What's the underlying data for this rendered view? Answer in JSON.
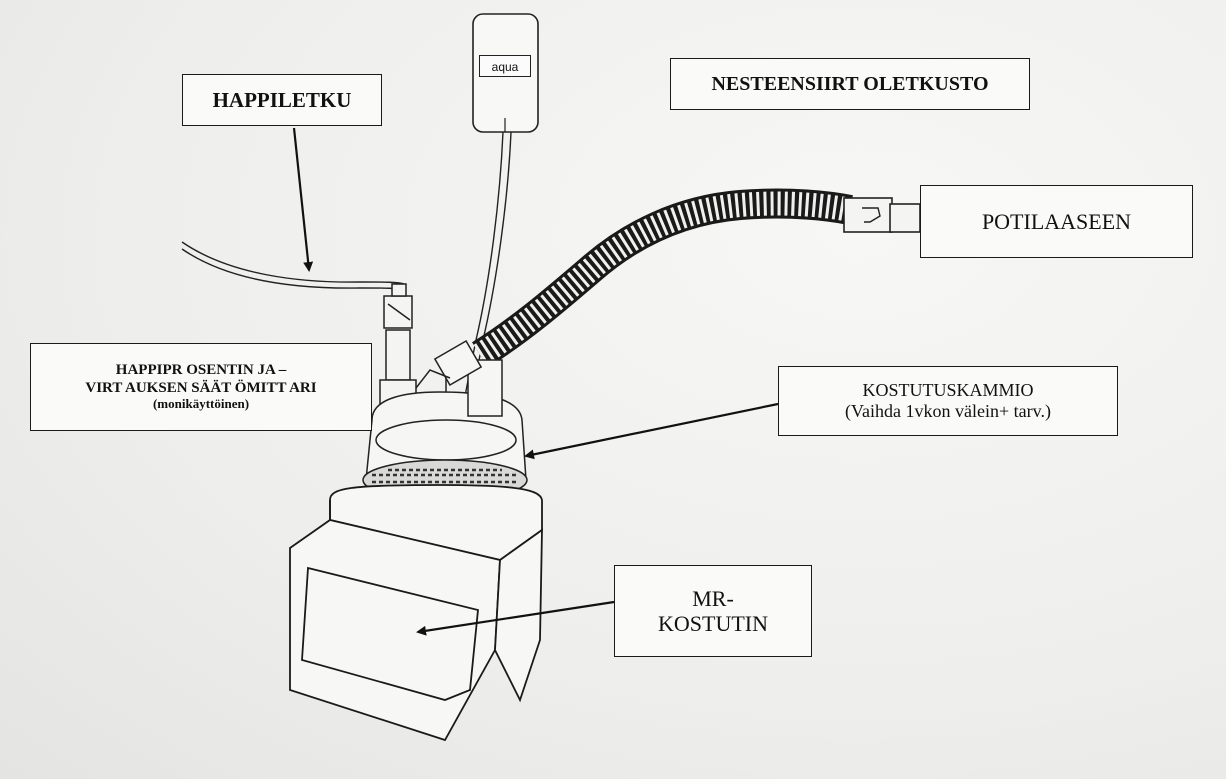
{
  "labels": {
    "happiletku": "HAPPILETKU",
    "nesteensiirtoletkusto": "NESTEENSIIRT OLETKUSTO",
    "potilaaseen": "POTILAASEEN",
    "happiprosentti": {
      "line1": "HAPPIPR OSENTIN JA –",
      "line2": "VIRT AUKSEN SÄÄT ÖMITT ARI",
      "line3": "(monikäyttöinen)"
    },
    "kostutuskammio": {
      "line1": "KOSTUTUSKAMMIO",
      "line2": "(Vaihda 1vkon välein+ tarv.)"
    },
    "mr_kostutin": {
      "line1": "MR-",
      "line2": "KOSTUTIN"
    },
    "aqua": "aqua"
  },
  "colors": {
    "ink": "#1a1a1a",
    "background": "#f1f1ef"
  }
}
